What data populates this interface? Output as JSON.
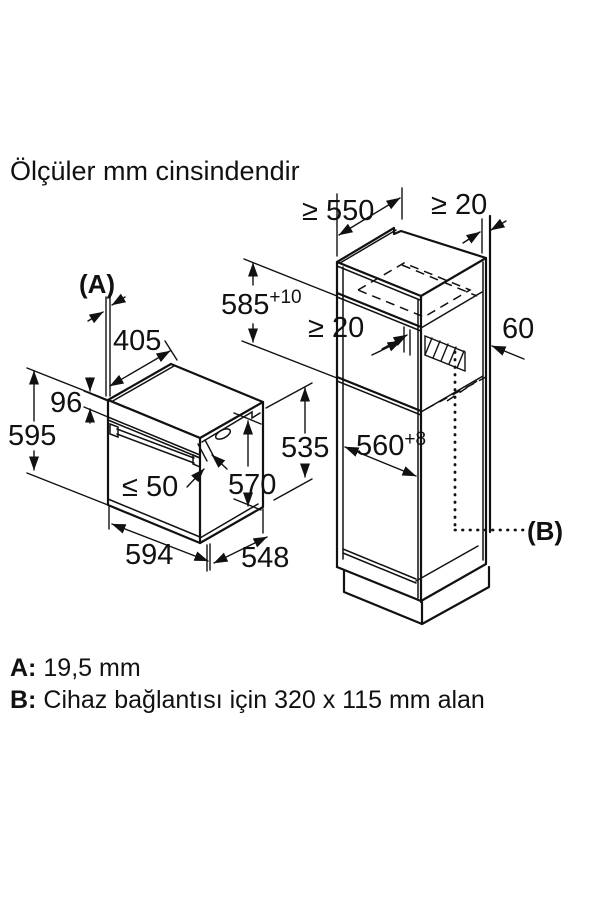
{
  "title": "Ölçüler mm cinsindendir",
  "dims": {
    "a": "(A)",
    "b": "(B)",
    "cabinet_depth_min": "≥ 550",
    "top_wall_gap": "≥ 20",
    "niche_height": "585",
    "niche_height_tol": "+10",
    "rear_gap": "≥ 20",
    "vent_height": "60",
    "panel_height": "96",
    "oven_height": "595",
    "door_clearance": "≤ 50",
    "body_height": "570",
    "oven_width": "594",
    "oven_depth": "548",
    "rear_body_height": "535",
    "niche_width": "560",
    "niche_width_tol": "+8"
  },
  "notes": {
    "a_label": "A:",
    "a_text": "19,5 mm",
    "b_label": "B:",
    "b_text": "Cihaz bağlantısı için 320 x 115 mm alan"
  },
  "colors": {
    "ink": "#111111",
    "background": "#ffffff"
  }
}
